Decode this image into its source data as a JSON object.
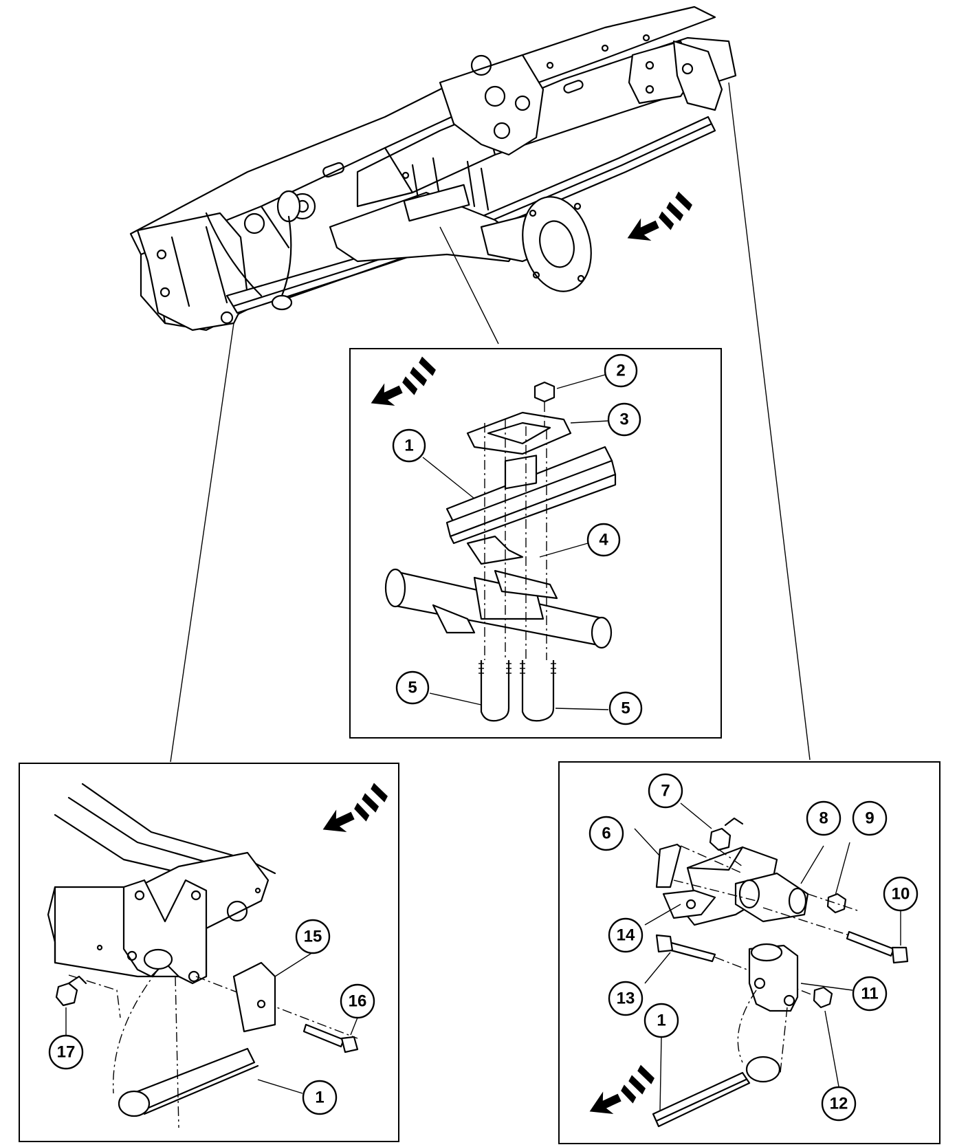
{
  "callouts": [
    {
      "id": "c2",
      "label": "2"
    },
    {
      "id": "c3",
      "label": "3"
    },
    {
      "id": "c1a",
      "label": "1"
    },
    {
      "id": "c4",
      "label": "4"
    },
    {
      "id": "c5a",
      "label": "5"
    },
    {
      "id": "c5b",
      "label": "5"
    },
    {
      "id": "c15",
      "label": "15"
    },
    {
      "id": "c16",
      "label": "16"
    },
    {
      "id": "c17",
      "label": "17"
    },
    {
      "id": "c1b",
      "label": "1"
    },
    {
      "id": "c7",
      "label": "7"
    },
    {
      "id": "c8",
      "label": "8"
    },
    {
      "id": "c9",
      "label": "9"
    },
    {
      "id": "c6",
      "label": "6"
    },
    {
      "id": "c10",
      "label": "10"
    },
    {
      "id": "c14",
      "label": "14"
    },
    {
      "id": "c13",
      "label": "13"
    },
    {
      "id": "c11",
      "label": "11"
    },
    {
      "id": "c1c",
      "label": "1"
    },
    {
      "id": "c12",
      "label": "12"
    }
  ],
  "icons": [
    "front-direction-arrow-icon"
  ],
  "colors": {
    "ink": "#000000",
    "paper": "#ffffff"
  }
}
